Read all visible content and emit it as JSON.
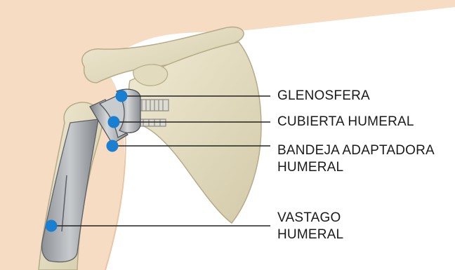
{
  "labels": {
    "glenosphere": "GLENOSFERA",
    "humeral_cup": "CUBIERTA HUMERAL",
    "adapter_tray_line1": "BANDEJA ADAPTADORA",
    "adapter_tray_line2": "HUMERAL",
    "stem_line1": "VASTAGO",
    "stem_line2": "HUMERAL"
  },
  "colors": {
    "skin": "#f6dcc3",
    "bone": "#e6dfc4",
    "bone_shadow": "#c9bf9f",
    "metal": "#a9acaf",
    "metal_dark": "#6f7378",
    "marker": "#1a7fd0",
    "leader": "#222222"
  }
}
